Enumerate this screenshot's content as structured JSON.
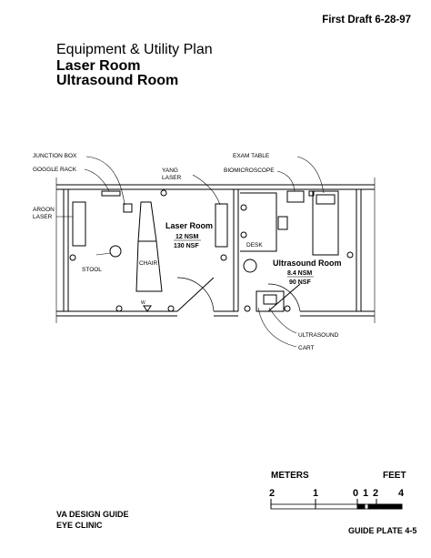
{
  "header": {
    "draft": "First Draft 6-28-97",
    "title": "Equipment & Utility Plan",
    "subtitle1": "Laser Room",
    "subtitle2": "Ultrasound Room"
  },
  "labels": {
    "junction_box": "JUNCTION BOX",
    "goggle_rack": "GOGGLE RACK",
    "argon_laser_1": "ARGON",
    "argon_laser_2": "LASER",
    "yang_laser_1": "YANG",
    "yang_laser_2": "LASER",
    "stool": "STOOL",
    "chair": "CHAIR",
    "exam_table": "EXAM TABLE",
    "biomicroscope": "BIOMICROSCOPE",
    "desk": "DESK",
    "ultrasound": "ULTRASOUND",
    "cart": "CART",
    "w_marker": "W"
  },
  "laser_room": {
    "name": "Laser Room",
    "nsm": "12 NSM",
    "nsf": "130 NSF"
  },
  "ultrasound_room": {
    "name": "Ultrasound Room",
    "nsm": "8.4 NSM",
    "nsf": "90 NSF"
  },
  "scale": {
    "meters_label": "METERS",
    "feet_label": "FEET",
    "m2": "2",
    "m1": "1",
    "zero": "0",
    "f1": "1",
    "f2": "2",
    "f4": "4"
  },
  "footer": {
    "guide": "VA DESIGN GUIDE",
    "clinic": "EYE CLINIC",
    "plate": "GUIDE PLATE 4-5"
  }
}
